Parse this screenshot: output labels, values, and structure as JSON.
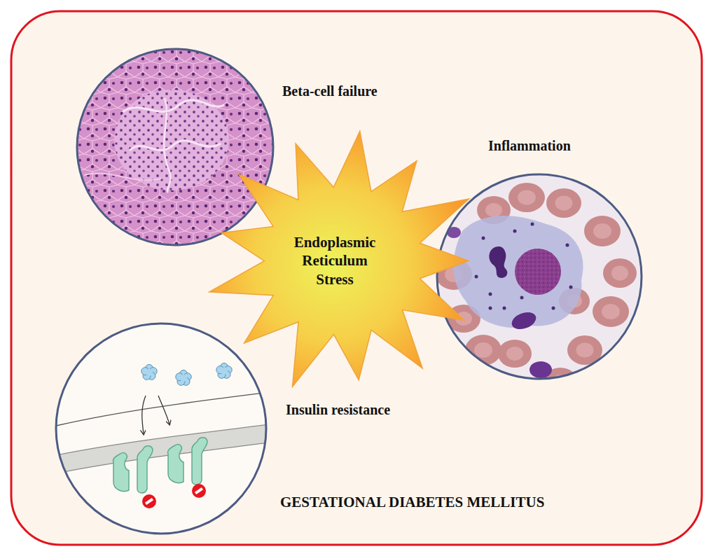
{
  "diagram": {
    "title": "GESTATIONAL DIABETES MELLITUS",
    "nodes": [
      {
        "text": [
          "Beta-cell failure"
        ]
      },
      {
        "text": [
          "Inflammation"
        ]
      },
      {
        "text": [
          "Endoplasmic Reticulum Stress"
        ]
      },
      {
        "text": [
          "Insulin resistance"
        ]
      }
    ]
  }
}
